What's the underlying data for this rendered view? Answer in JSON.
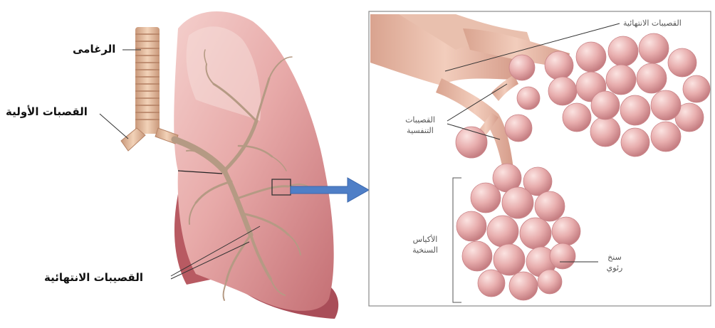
{
  "left_figure": {
    "labels": {
      "trachea": "الرغامى",
      "primary_bronchi": "القصبات الأولية",
      "terminal_bronchioles": "القصيبات الانتهائية"
    }
  },
  "right_figure": {
    "labels": {
      "terminal_bronchioles": "القصيبات الانتهائية",
      "respiratory_bronchioles_line1": "القصيبات",
      "respiratory_bronchioles_line2": "التنفسية",
      "alveolar_sacs_line1": "الأكياس",
      "alveolar_sacs_line2": "السنخية",
      "pulmonary_capillaries_line1": "سنخ",
      "pulmonary_capillaries_line2": "رئوي"
    }
  },
  "colors": {
    "lung": "#d98b8e",
    "lung_highlight": "#f0c4c2",
    "trachea": "#e7b99a",
    "bronchial_tree": "#b59a84",
    "alveoli": "#e0a3a3",
    "airway": "#e5b8a5",
    "arrow": "#4f7fc7",
    "frame": "#8a8a8a"
  }
}
